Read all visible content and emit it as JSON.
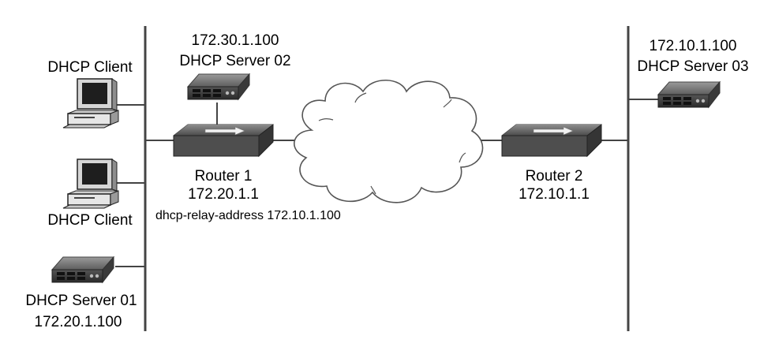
{
  "labels": {
    "client_1": "DHCP Client",
    "client_2": "DHCP Client",
    "server_01_name": "DHCP Server 01",
    "server_01_ip": "172.20.1.100",
    "server_02_ip": "172.30.1.100",
    "server_02_name": "DHCP Server 02",
    "router_1_name": "Router 1",
    "router_1_ip": "172.20.1.1",
    "router_1_relay": "dhcp-relay-address 172.10.1.100",
    "router_2_name": "Router 2",
    "router_2_ip": "172.10.1.1",
    "server_03_ip": "172.10.1.100",
    "server_03_name": "DHCP Server 03"
  }
}
